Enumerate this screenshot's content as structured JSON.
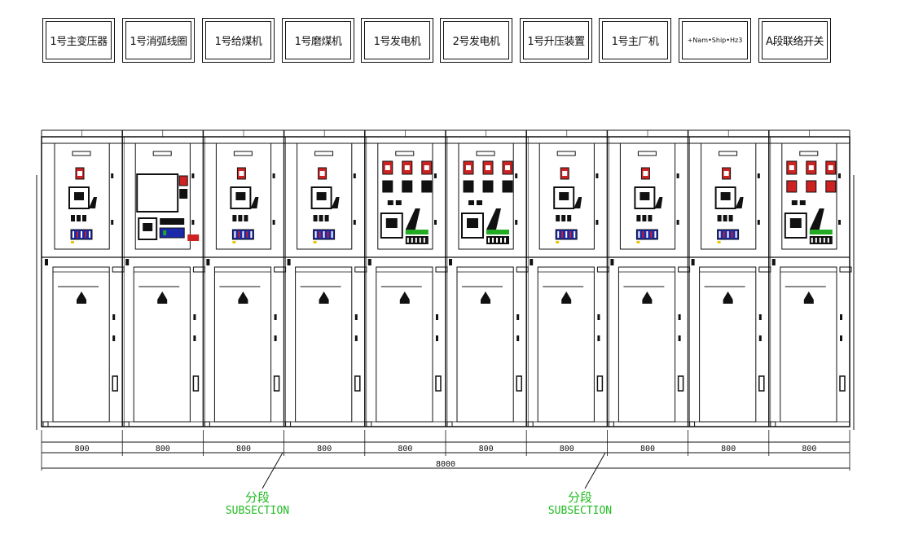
{
  "cabinet_labels": [
    {
      "text": "1号主变压器"
    },
    {
      "text": "1号消弧线圈"
    },
    {
      "text": "1号给煤机"
    },
    {
      "text": "1号磨煤机"
    },
    {
      "text": "1号发电机"
    },
    {
      "text": "2号发电机"
    },
    {
      "text": "1号升压装置"
    },
    {
      "text": "1号主厂机"
    },
    {
      "text": "+Nam•Ship•Hz3"
    },
    {
      "text": "A段联络开关"
    }
  ],
  "widths": [
    "800",
    "800",
    "800",
    "800",
    "800",
    "800",
    "800",
    "800",
    "800",
    "800"
  ],
  "total_width": "8000",
  "annotations": [
    {
      "cn": "分段",
      "en": "SUBSECTION"
    },
    {
      "cn": "分段",
      "en": "SUBSECTION"
    }
  ],
  "colors": {
    "line": "#111111",
    "annotation": "#22bb22",
    "red": "#cc2222",
    "blue": "#1a2aa8",
    "green": "#22aa22",
    "yellow": "#e8c800"
  }
}
